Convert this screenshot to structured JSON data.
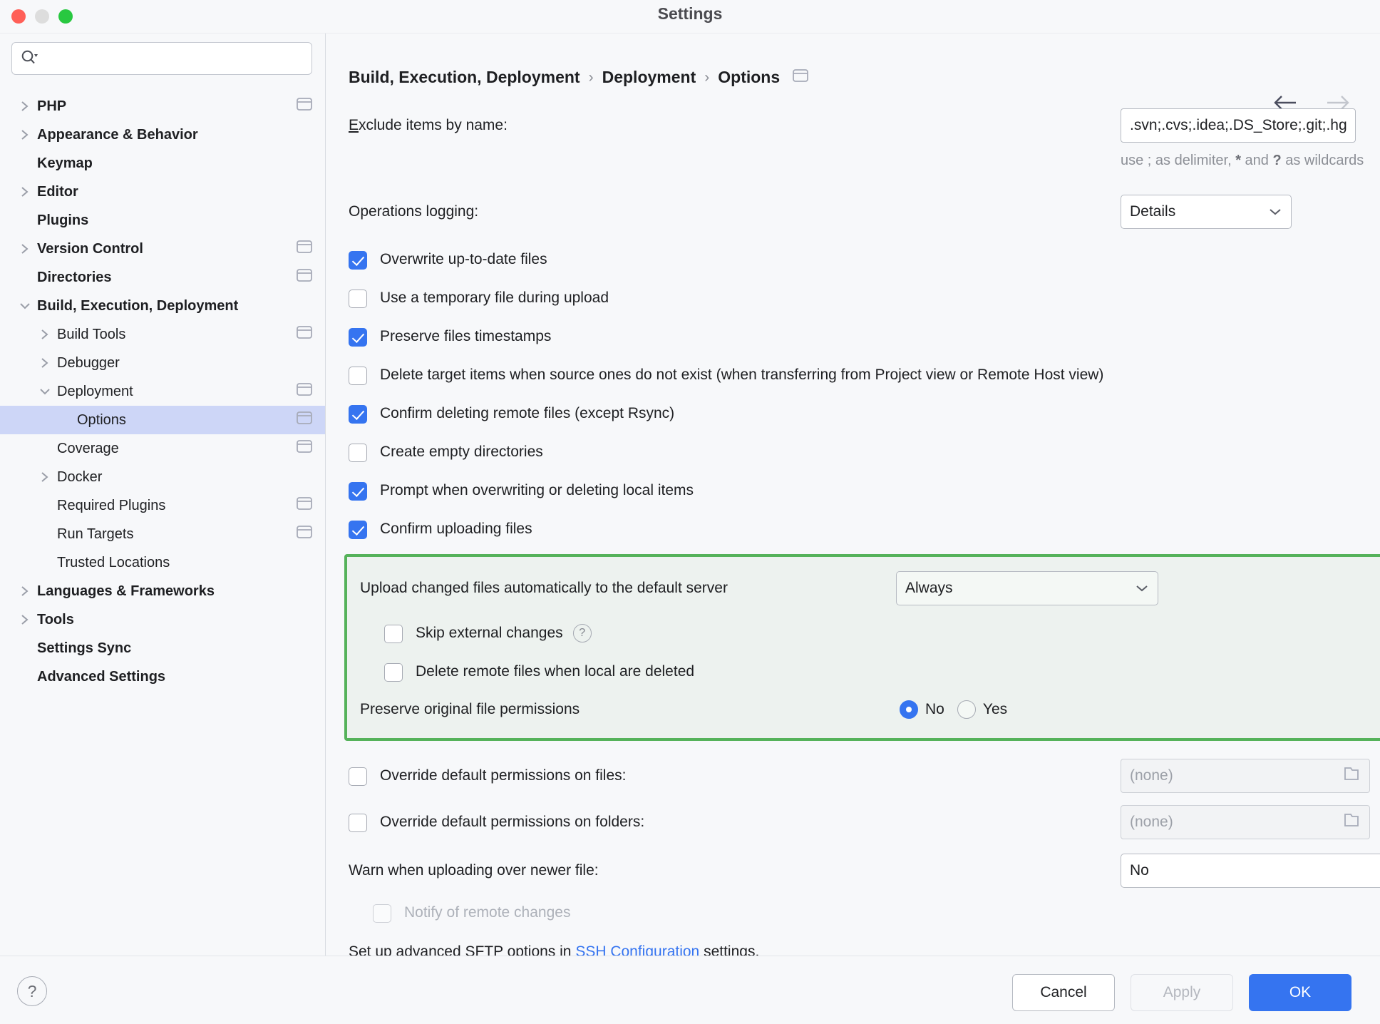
{
  "window": {
    "title": "Settings",
    "traffic_lights": [
      "close-red",
      "minimize-yellow",
      "zoom-green"
    ]
  },
  "sidebar": {
    "search": {
      "placeholder": "",
      "value": "",
      "icon": "search-icon"
    },
    "items": [
      {
        "label": "PHP",
        "level": 0,
        "bold": true,
        "twisty": "chevron-right",
        "module_icon": true
      },
      {
        "label": "Appearance & Behavior",
        "level": 0,
        "bold": true,
        "twisty": "chevron-right",
        "module_icon": false
      },
      {
        "label": "Keymap",
        "level": 0,
        "bold": true,
        "twisty": "none",
        "module_icon": false
      },
      {
        "label": "Editor",
        "level": 0,
        "bold": true,
        "twisty": "chevron-right",
        "module_icon": false
      },
      {
        "label": "Plugins",
        "level": 0,
        "bold": true,
        "twisty": "none",
        "module_icon": false
      },
      {
        "label": "Version Control",
        "level": 0,
        "bold": true,
        "twisty": "chevron-right",
        "module_icon": true
      },
      {
        "label": "Directories",
        "level": 0,
        "bold": true,
        "twisty": "none",
        "module_icon": true
      },
      {
        "label": "Build, Execution, Deployment",
        "level": 0,
        "bold": true,
        "twisty": "chevron-down",
        "module_icon": false
      },
      {
        "label": "Build Tools",
        "level": 1,
        "bold": false,
        "twisty": "chevron-right",
        "module_icon": true
      },
      {
        "label": "Debugger",
        "level": 1,
        "bold": false,
        "twisty": "chevron-right",
        "module_icon": false
      },
      {
        "label": "Deployment",
        "level": 1,
        "bold": false,
        "twisty": "chevron-down",
        "module_icon": true
      },
      {
        "label": "Options",
        "level": 2,
        "bold": false,
        "twisty": "none",
        "module_icon": true,
        "selected": true
      },
      {
        "label": "Coverage",
        "level": 1,
        "bold": false,
        "twisty": "none",
        "module_icon": true
      },
      {
        "label": "Docker",
        "level": 1,
        "bold": false,
        "twisty": "chevron-right",
        "module_icon": false
      },
      {
        "label": "Required Plugins",
        "level": 1,
        "bold": false,
        "twisty": "none",
        "module_icon": true
      },
      {
        "label": "Run Targets",
        "level": 1,
        "bold": false,
        "twisty": "none",
        "module_icon": true
      },
      {
        "label": "Trusted Locations",
        "level": 1,
        "bold": false,
        "twisty": "none",
        "module_icon": false
      },
      {
        "label": "Languages & Frameworks",
        "level": 0,
        "bold": true,
        "twisty": "chevron-right",
        "module_icon": false
      },
      {
        "label": "Tools",
        "level": 0,
        "bold": true,
        "twisty": "chevron-right",
        "module_icon": false
      },
      {
        "label": "Settings Sync",
        "level": 0,
        "bold": true,
        "twisty": "none",
        "module_icon": false
      },
      {
        "label": "Advanced Settings",
        "level": 0,
        "bold": true,
        "twisty": "none",
        "module_icon": false
      }
    ]
  },
  "main": {
    "breadcrumb": {
      "crumbs": [
        "Build, Execution, Deployment",
        "Deployment",
        "Options"
      ],
      "separator": "›",
      "module_icon": "module-icon"
    },
    "nav": {
      "back": "arrow-left-icon",
      "forward": "arrow-right-icon",
      "back_enabled": "true",
      "forward_enabled": "false"
    },
    "exclude": {
      "label": "Exclude items by name:",
      "mnemonic": "E",
      "label_rest": "xclude items by name:",
      "value": ".svn;.cvs;.idea;.DS_Store;.git;.hg;*.hprof;*.pyc",
      "hint_prefix": "use ; as delimiter, ",
      "hint_star": "*",
      "hint_mid": " and ",
      "hint_q": "?",
      "hint_suffix": " as wildcards"
    },
    "logging": {
      "label": "Operations logging:",
      "value": "Details"
    },
    "checkboxes": [
      {
        "label": "Overwrite up-to-date files",
        "checked": true
      },
      {
        "label": "Use a temporary file during upload",
        "checked": false
      },
      {
        "label": "Preserve files timestamps",
        "checked": true
      },
      {
        "label": "Delete target items when source ones do not exist (when transferring from Project view or Remote Host view)",
        "checked": false
      },
      {
        "label": "Confirm deleting remote files (except Rsync)",
        "checked": true
      },
      {
        "label": "Create empty directories",
        "checked": false
      },
      {
        "label": "Prompt when overwriting or deleting local items",
        "checked": true
      },
      {
        "label": "Confirm uploading files",
        "checked": true
      }
    ],
    "highlight": {
      "border_color": "#55b25a",
      "background_color": "#edf2ef",
      "upload_label": "Upload changed files automatically to the default server",
      "upload_value": "Always",
      "skip_external": {
        "label": "Skip external changes",
        "checked": false,
        "help": "?"
      },
      "delete_remote": {
        "label": "Delete remote files when local are deleted",
        "checked": false
      },
      "permissions": {
        "label": "Preserve original file permissions",
        "options": [
          "No",
          "Yes"
        ],
        "selected": "No"
      }
    },
    "override_files": {
      "label": "Override default permissions on files:",
      "checked": false,
      "value": "(none)"
    },
    "override_folders": {
      "label": "Override default permissions on folders:",
      "checked": false,
      "value": "(none)"
    },
    "warn_newer": {
      "label": "Warn when uploading over newer file:",
      "value": "No"
    },
    "notify_remote": {
      "label": "Notify of remote changes",
      "checked": false,
      "disabled": true
    },
    "sftp_note": {
      "prefix": "Set up advanced SFTP options in ",
      "link": "SSH Configuration",
      "suffix": " settings."
    }
  },
  "footer": {
    "help": "?",
    "cancel": "Cancel",
    "apply": "Apply",
    "ok": "OK",
    "apply_disabled": true
  },
  "colors": {
    "accent": "#3574f0",
    "highlight_green": "#55b25a",
    "selection": "#cdd6f7",
    "link": "#3574f0"
  }
}
